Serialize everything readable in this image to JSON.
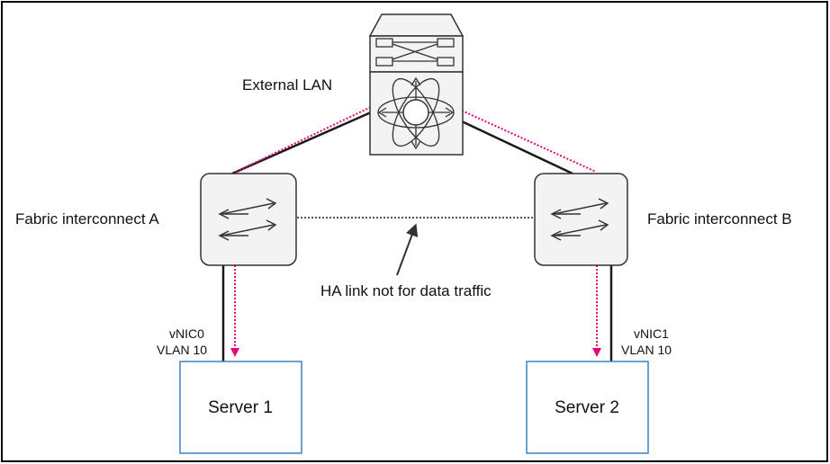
{
  "labels": {
    "external_lan": "External LAN",
    "fabric_a": "Fabric interconnect A",
    "fabric_b": "Fabric interconnect B",
    "ha_link": "HA link not for data traffic",
    "vnic0_name": "vNIC0",
    "vnic0_vlan": "VLAN 10",
    "vnic1_name": "vNIC1",
    "vnic1_vlan": "VLAN 10",
    "server1": "Server 1",
    "server2": "Server 2"
  },
  "colors": {
    "line": "#1a1a1a",
    "data_path": "#e6007e",
    "ha_link": "#555555",
    "server_border": "#3b82c4",
    "device_fill": "#f3f3f3",
    "device_stroke": "#333333",
    "frame": "#000000"
  },
  "icons": {
    "external_lan": "multilayer-switch-icon",
    "fabric_a": "fabric-switch-icon",
    "fabric_b": "fabric-switch-icon"
  }
}
